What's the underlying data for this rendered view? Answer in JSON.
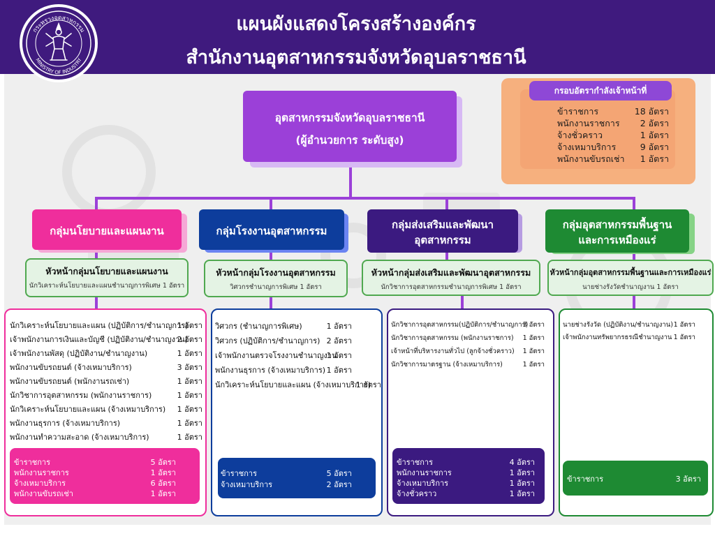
{
  "logo": {
    "top_text": "กระทรวงอุตสาหกรรม",
    "bottom_text": "MINISTRY OF INDUSTRY",
    "icon": "ministry-seal-icon"
  },
  "title": {
    "line1": "แผนผังแสดงโครงสร้างองค์กร",
    "line2": "สำนักงานอุตสาหกรรมจังหวัดอุบลราชธานี"
  },
  "quota": {
    "title": "กรอบอัตรากำลังเจ้าหน้าที่",
    "rows": [
      {
        "label": "ข้าราชการ",
        "value": "18 อัตรา"
      },
      {
        "label": "พนักงานราชการ",
        "value": "2 อัตรา"
      },
      {
        "label": "จ้างชั่วคราว",
        "value": "1 อัตรา"
      },
      {
        "label": "จ้างเหมาบริการ",
        "value": "9 อัตรา"
      },
      {
        "label": "พนักงานขับรถเช่า",
        "value": "1 อัตรา"
      }
    ]
  },
  "head": {
    "line1": "อุตสาหกรรมจังหวัดอุบลราชธานี",
    "line2": "(ผู้อำนวยการ ระดับสูง)"
  },
  "colors": {
    "pink": "#ef2e9c",
    "blue": "#0d3d9c",
    "indigo": "#3b1a80",
    "green": "#1e8a33",
    "purple": "#9b40d8",
    "quota": "#f4a574"
  },
  "divisions": [
    {
      "lines": [
        "กลุ่มนโยบายและแผนงาน"
      ],
      "chief_title": "หัวหน้ากลุ่มนโยบายและแผนงาน",
      "chief_sub": "นักวิเคราะห์นโยบายและแผนชำนาญการพิเศษ 1 อัตรา",
      "staff": [
        {
          "label": "นักวิเคราะห์นโยบายและแผน (ปฏิบัติการ/ชำนาญการ)",
          "value": "1 อัตรา"
        },
        {
          "label": "เจ้าพนักงานการเงินและบัญชี (ปฏิบัติงาน/ชำนาญงาน)",
          "value": "2 อัตรา"
        },
        {
          "label": "เจ้าพนักงานพัสดุ (ปฏิบัติงาน/ชำนาญงาน)",
          "value": "1 อัตรา"
        },
        {
          "label": "พนักงานขับรถยนต์ (จ้างเหมาบริการ)",
          "value": "3 อัตรา"
        },
        {
          "label": "พนักงานขับรถยนต์ (พนักงานรถเช่า)",
          "value": "1 อัตรา"
        },
        {
          "label": "นักวิชาการอุตสาหกรรม (พนักงานราชการ)",
          "value": "1 อัตรา"
        },
        {
          "label": "นักวิเคราะห์นโยบายและแผน (จ้างเหมาบริการ)",
          "value": "1 อัตรา"
        },
        {
          "label": "พนักงานธุรการ (จ้างเหมาบริการ)",
          "value": "1 อัตรา"
        },
        {
          "label": "พนักงานทำความสะอาด (จ้างเหมาบริการ)",
          "value": "1 อัตรา"
        }
      ],
      "summary": [
        {
          "label": "ข้าราชการ",
          "value": "5 อัตรา"
        },
        {
          "label": "พนักงานราชการ",
          "value": "1 อัตรา"
        },
        {
          "label": "จ้างเหมาบริการ",
          "value": "6 อัตรา"
        },
        {
          "label": "พนักงานขับรถเช่า",
          "value": "1 อัตรา"
        }
      ]
    },
    {
      "lines": [
        "กลุ่มโรงงานอุตสาหกรรม"
      ],
      "chief_title": "หัวหน้ากลุ่มโรงงานอุตสาหกรรม",
      "chief_sub": "วิศวกรชำนาญการพิเศษ 1 อัตรา",
      "staff": [
        {
          "label": "วิศวกร (ชำนาญการพิเศษ)",
          "value": "1 อัตรา"
        },
        {
          "label": "วิศวกร (ปฏิบัติการ/ชำนาญการ)",
          "value": "2 อัตรา"
        },
        {
          "label": "เจ้าพนักงานตรวจโรงงานชำนาญงาน",
          "value": "1 อัตรา"
        },
        {
          "label": "พนักงานธุรการ (จ้างเหมาบริการ)",
          "value": "1 อัตรา"
        },
        {
          "label": "นักวิเคราะห์นโยบายและแผน (จ้างเหมาบริการ)",
          "value": "1 อัตรา"
        }
      ],
      "summary": [
        {
          "label": "ข้าราชการ",
          "value": "5 อัตรา"
        },
        {
          "label": "จ้างเหมาบริการ",
          "value": "2 อัตรา"
        }
      ]
    },
    {
      "lines": [
        "กลุ่มส่งเสริมและพัฒนา",
        "อุตสาหกรรม"
      ],
      "chief_title": "หัวหน้ากลุ่มส่งเสริมและพัฒนาอุตสาหกรรม",
      "chief_sub": "นักวิชาการอุตสาหกรรมชำนาญการพิเศษ 1 อัตรา",
      "staff": [
        {
          "label": "นักวิชาการอุตสาหกรรม(ปฏิบัติการ/ชำนาญการ)",
          "value": "3 อัตรา"
        },
        {
          "label": "นักวิชาการอุตสาหกรรม (พนักงานราชการ)",
          "value": "1 อัตรา"
        },
        {
          "label": "เจ้าหน้าที่บริหารงานทั่วไป (ลูกจ้างชั่วคราว)",
          "value": "1 อัตรา"
        },
        {
          "label": "นักวิชาการมาตรฐาน (จ้างเหมาบริการ)",
          "value": "1 อัตรา"
        }
      ],
      "summary": [
        {
          "label": "ข้าราชการ",
          "value": "4 อัตรา"
        },
        {
          "label": "พนักงานราชการ",
          "value": "1 อัตรา"
        },
        {
          "label": "จ้างเหมาบริการ",
          "value": "1 อัตรา"
        },
        {
          "label": "จ้างชั่วคราว",
          "value": "1 อัตรา"
        }
      ]
    },
    {
      "lines": [
        "กลุ่มอุตสาหกรรมพื้นฐาน",
        "และการเหมืองแร่"
      ],
      "chief_title": "หัวหน้ากลุ่มอุตสาหกรรมพื้นฐานและการเหมืองแร่",
      "chief_sub": "นายช่างรังวัดชำนาญงาน 1 อัตรา",
      "staff": [
        {
          "label": "นายช่างรังวัด (ปฏิบัติงาน/ชำนาญงาน)",
          "value": "1 อัตรา"
        },
        {
          "label": "เจ้าพนักงานทรัพยากรธรณีชำนาญงาน",
          "value": "1 อัตรา"
        }
      ],
      "summary": [
        {
          "label": "ข้าราชการ",
          "value": "3 อัตรา"
        }
      ]
    }
  ]
}
